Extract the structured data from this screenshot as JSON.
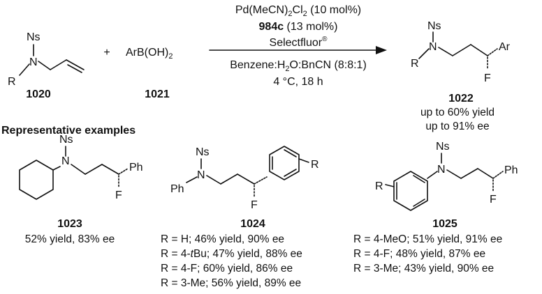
{
  "reaction": {
    "conditions": {
      "catalyst_main": "Pd(MeCN)",
      "catalyst_sub": "2",
      "catalyst_rest": "Cl",
      "catalyst_sub2": "2",
      "catalyst_load": " (10 mol%)",
      "ligand_id": "984c",
      "ligand_load": " (13 mol%)",
      "oxidant": "Selectfluor",
      "oxidant_mark": "®",
      "solvent": "Benzene:H",
      "solvent_sub": "2",
      "solvent_rest": "O:BnCN (8:8:1)",
      "temp_time": "4 °C, 18 h"
    },
    "plus": "+",
    "reactant1": {
      "id": "1020",
      "ns": "Ns",
      "n": "N",
      "r": "R"
    },
    "reactant2": {
      "id": "1021",
      "formula": "ArB(OH)",
      "sub": "2"
    },
    "product": {
      "id": "1022",
      "ns": "Ns",
      "n": "N",
      "r": "R",
      "ar": "Ar",
      "f": "F",
      "yield": "up to 60% yield",
      "ee": "up to 91% ee"
    }
  },
  "section_title": "Representative examples",
  "examples": [
    {
      "id": "1023",
      "ns": "Ns",
      "n": "N",
      "ph": "Ph",
      "f": "F",
      "results": [
        "52% yield, 83% ee"
      ]
    },
    {
      "id": "1024",
      "ns": "Ns",
      "n": "N",
      "ph_left": "Ph",
      "r": "R",
      "f": "F",
      "results": [
        "R = H; 46% yield, 90% ee",
        "R = 4-",
        "R = 4-F; 60% yield, 86% ee",
        "R = 3-Me; 56% yield, 89% ee"
      ],
      "tbu_italic": "t",
      "tbu_rest": "Bu; 47% yield, 88% ee"
    },
    {
      "id": "1025",
      "ns": "Ns",
      "n": "N",
      "ph": "Ph",
      "r": "R",
      "f": "F",
      "results": [
        "R = 4-MeO; 51% yield, 91% ee",
        "R = 4-F; 48% yield, 87% ee",
        "R = 3-Me; 43% yield, 90% ee"
      ]
    }
  ]
}
